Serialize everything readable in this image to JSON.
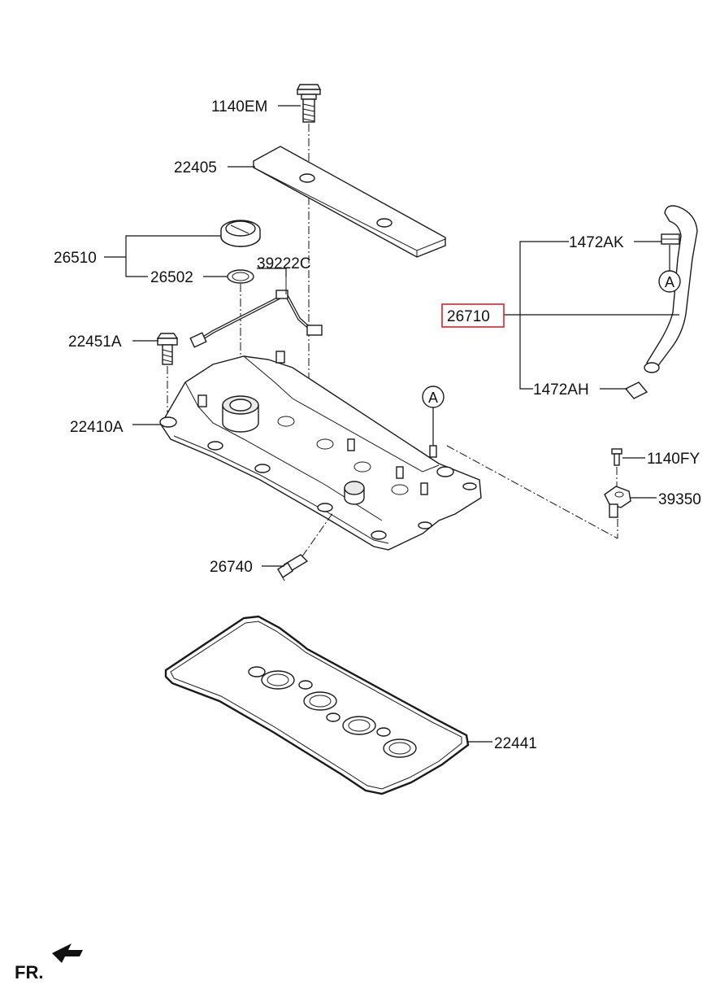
{
  "diagram": {
    "labels": {
      "p1140EM": "1140EM",
      "p22405": "22405",
      "p26510": "26510",
      "p26502": "26502",
      "p39222C": "39222C",
      "p22451A": "22451A",
      "p22410A": "22410A",
      "p26740": "26740",
      "p1472AK": "1472AK",
      "p26710": "26710",
      "p1472AH": "1472AH",
      "p1140FY": "1140FY",
      "p39350": "39350",
      "p22441": "22441"
    },
    "reference_marker": "A",
    "direction_label": "FR.",
    "highlight_color": "#e0202a"
  }
}
